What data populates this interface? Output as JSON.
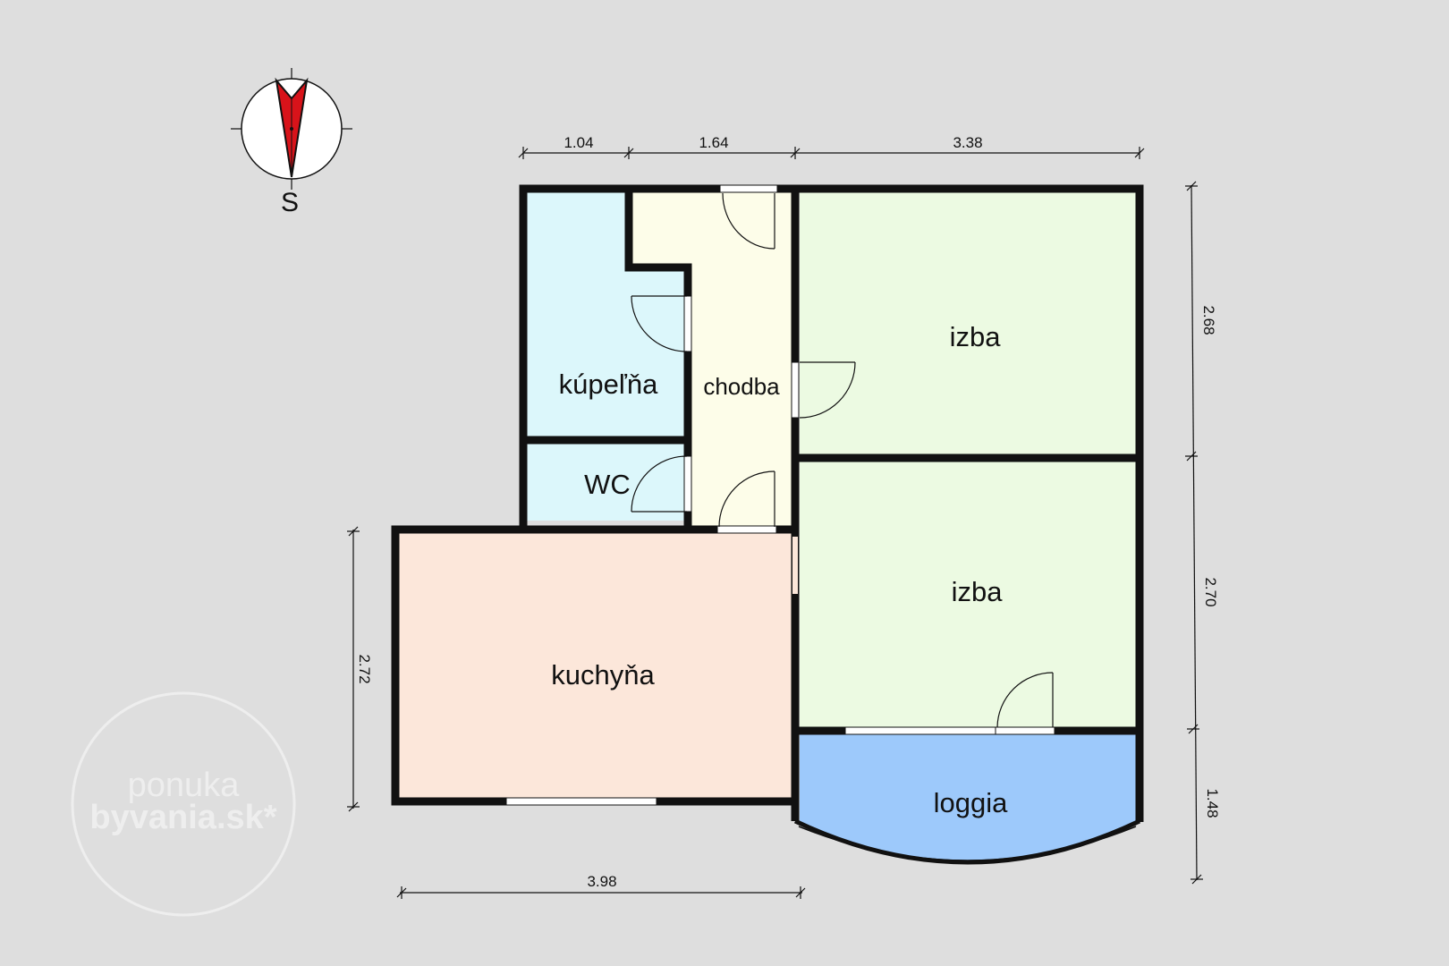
{
  "rooms": {
    "bathroom": "kúpeľňa",
    "hallway": "chodba",
    "wc": "WC",
    "room_upper": "izba",
    "room_lower": "izba",
    "kitchen": "kuchyňa",
    "loggia": "loggia"
  },
  "dimensions": {
    "top_1": "1.04",
    "top_2": "1.64",
    "top_3": "3.38",
    "right_1": "2.68",
    "right_2": "2.70",
    "right_3": "1.48",
    "left_1": "2.72",
    "bottom_1": "3.98"
  },
  "compass": {
    "label": "S",
    "icon": "compass-needle-icon"
  },
  "watermark": {
    "line1": "ponuka",
    "line2": "byvania.sk*"
  },
  "colors": {
    "background": "#dedede",
    "bathroom": "#dcf7fb",
    "hallway": "#fdfde9",
    "rooms": "#ecfae2",
    "kitchen": "#fce7da",
    "loggia": "#9dc9fb",
    "needle": "#d8131a"
  }
}
